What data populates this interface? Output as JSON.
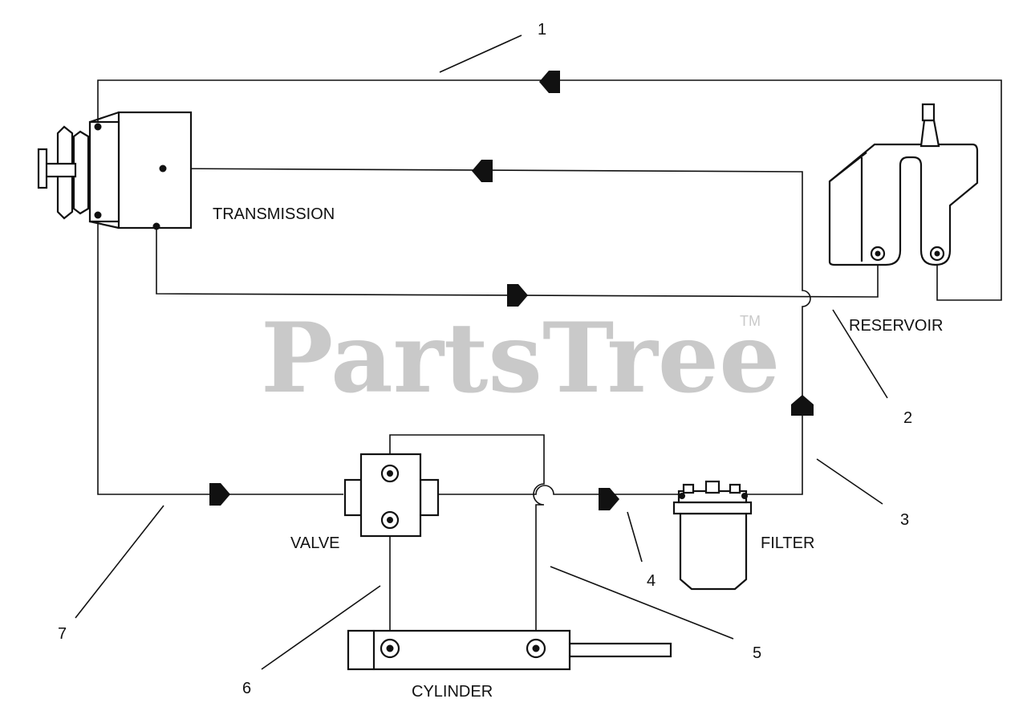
{
  "watermark": {
    "text": "PartsTree",
    "trademark": "TM"
  },
  "components": {
    "transmission": "TRANSMISSION",
    "reservoir": "RESERVOIR",
    "valve": "VALVE",
    "filter": "FILTER",
    "cylinder": "CYLINDER"
  },
  "callouts": [
    "1",
    "2",
    "3",
    "4",
    "5",
    "6",
    "7"
  ]
}
